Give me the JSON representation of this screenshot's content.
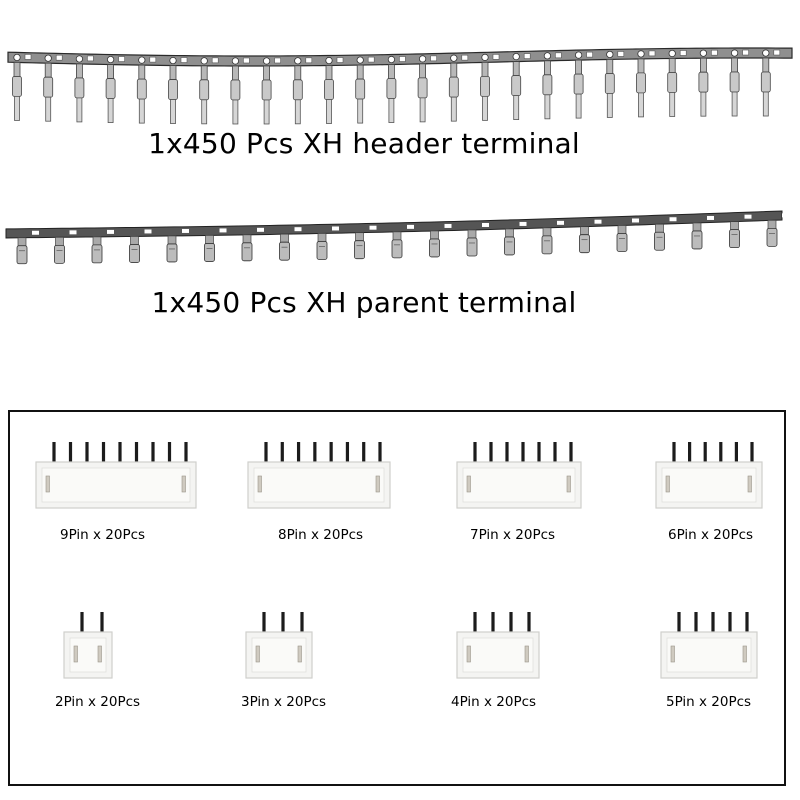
{
  "terminals": {
    "header_caption": "1x450 Pcs XH header terminal",
    "parent_caption": "1x450 Pcs XH parent terminal"
  },
  "connectors": [
    {
      "pins": 9,
      "label": "9Pin x 20Pcs"
    },
    {
      "pins": 8,
      "label": "8Pin x 20Pcs"
    },
    {
      "pins": 7,
      "label": "7Pin x 20Pcs"
    },
    {
      "pins": 6,
      "label": "6Pin x 20Pcs"
    },
    {
      "pins": 2,
      "label": "2Pin x 20Pcs"
    },
    {
      "pins": 3,
      "label": "3Pin x 20Pcs"
    },
    {
      "pins": 4,
      "label": "4Pin x 20Pcs"
    },
    {
      "pins": 5,
      "label": "5Pin x 20Pcs"
    }
  ],
  "colors": {
    "housing": "#f4f4f2",
    "pin": "#1c1c1c",
    "metal": "#9a9a9a",
    "border": "#111111"
  }
}
